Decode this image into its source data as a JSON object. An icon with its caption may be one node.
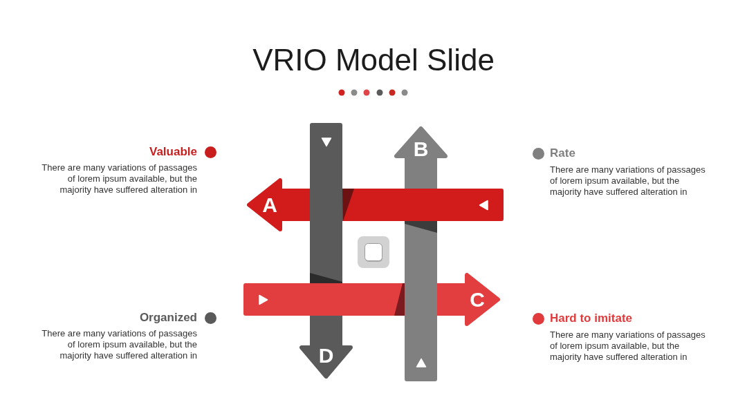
{
  "diagram": {
    "title": "VRIO Model Slide",
    "nodes": [
      {
        "text": [
          "A"
        ]
      },
      {
        "text": [
          "B"
        ]
      },
      {
        "text": [
          "C"
        ]
      },
      {
        "text": [
          "D"
        ]
      }
    ],
    "labels": [
      "Valuable",
      "There are many variations of passages of lorem ipsum available, but the majority have suffered alteration in",
      "Rate",
      "There are many variations of passages of lorem ipsum available, but the majority have suffered alteration in",
      "Organized",
      "There are many variations of passages of lorem ipsum available, but the majority have suffered alteration in",
      "Hard to imitate",
      "There are many variations of passages of lorem ipsum available, but the majority have suffered alteration in"
    ]
  }
}
